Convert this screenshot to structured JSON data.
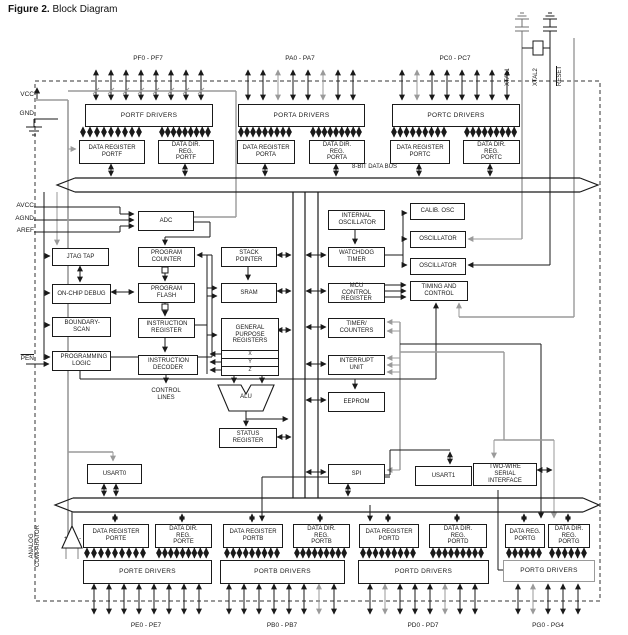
{
  "title": {
    "figure_label": "Figure 2.",
    "figure_title": "Block Diagram"
  },
  "bus": {
    "label": "8-BIT DATA BUS"
  },
  "power_pins": {
    "vcc": "VCC",
    "gnd": "GND",
    "avcc": "AVCC",
    "agnd": "AGND",
    "aref": "AREF",
    "pen": "PEN"
  },
  "clock_pins": {
    "xtal1": "XTAL1",
    "xtal2": "XTAL2",
    "reset": "RESET"
  },
  "port_pins": {
    "pf": "PF0 - PF7",
    "pa": "PA0 - PA7",
    "pc": "PC0 - PC7",
    "pe": "PE0 - PE7",
    "pb": "PB0 - PB7",
    "pd": "PD0 - PD7",
    "pg": "PG0 - PG4"
  },
  "blocks": {
    "portf_drivers": "PORTF DRIVERS",
    "porta_drivers": "PORTA DRIVERS",
    "portc_drivers": "PORTC DRIVERS",
    "porte_drivers": "PORTE DRIVERS",
    "portb_drivers": "PORTB DRIVERS",
    "portd_drivers": "PORTD DRIVERS",
    "portg_drivers": "PORTG DRIVERS",
    "data_register_portf": "DATA REGISTER PORTF",
    "data_dir_reg_portf": "DATA DIR. REG. PORTF",
    "data_register_porta": "DATA REGISTER PORTA",
    "data_dir_reg_porta": "DATA DIR. REG. PORTA",
    "data_register_portc": "DATA REGISTER PORTC",
    "data_dir_reg_portc": "DATA DIR. REG. PORTC",
    "data_register_porte": "DATA REGISTER PORTE",
    "data_dir_reg_porte": "DATA DIR. REG. PORTE",
    "data_register_portb": "DATA REGISTER PORTB",
    "data_dir_reg_portb": "DATA DIR. REG. PORTB",
    "data_register_portd": "DATA REGISTER PORTD",
    "data_dir_reg_portd": "DATA DIR. REG. PORTD",
    "data_reg_portg": "DATA REG. PORTG",
    "data_dir_reg_portg": "DATA DIR. REG. PORTG",
    "adc": "ADC",
    "jtag_tap": "JTAG TAP",
    "on_chip_debug": "ON-CHIP DEBUG",
    "boundary_scan": "BOUNDARY- SCAN",
    "programming_logic": "PROGRAMMING LOGIC",
    "program_counter": "PROGRAM COUNTER",
    "program_flash": "PROGRAM FLASH",
    "instruction_register": "INSTRUCTION REGISTER",
    "instruction_decoder": "INSTRUCTION DECODER",
    "stack_pointer": "STACK POINTER",
    "sram": "SRAM",
    "general_purpose_registers": "GENERAL PURPOSE REGISTERS",
    "reg_x": "X",
    "reg_y": "Y",
    "reg_z": "Z",
    "alu": "ALU",
    "status_register": "STATUS REGISTER",
    "internal_oscillator": "INTERNAL OSCILLATOR",
    "watchdog_timer": "WATCHDOG TIMER",
    "mcu_control_register": "MCU CONTROL REGISTER",
    "timer_counters": "TIMER/ COUNTERS",
    "interrupt_unit": "INTERRUPT UNIT",
    "eeprom": "EEPROM",
    "spi": "SPI",
    "calib_osc": "CALIB. OSC",
    "oscillator_1": "OSCILLATOR",
    "oscillator_2": "OSCILLATOR",
    "timing_and_control": "TIMING AND CONTROL",
    "usart0": "USART0",
    "usart1": "USART1",
    "two_wire_serial_interface": "TWO-WIRE SERIAL INTERFACE"
  },
  "labels": {
    "control_lines": "CONTROL LINES",
    "analog_comparator_line1": "ANALOG",
    "analog_comparator_line2": "COMPARATOR",
    "comparator_signs": "+ -"
  },
  "colors": {
    "line": "#1a1a1a",
    "gray_line": "#9a9a9a",
    "background": "#ffffff"
  }
}
